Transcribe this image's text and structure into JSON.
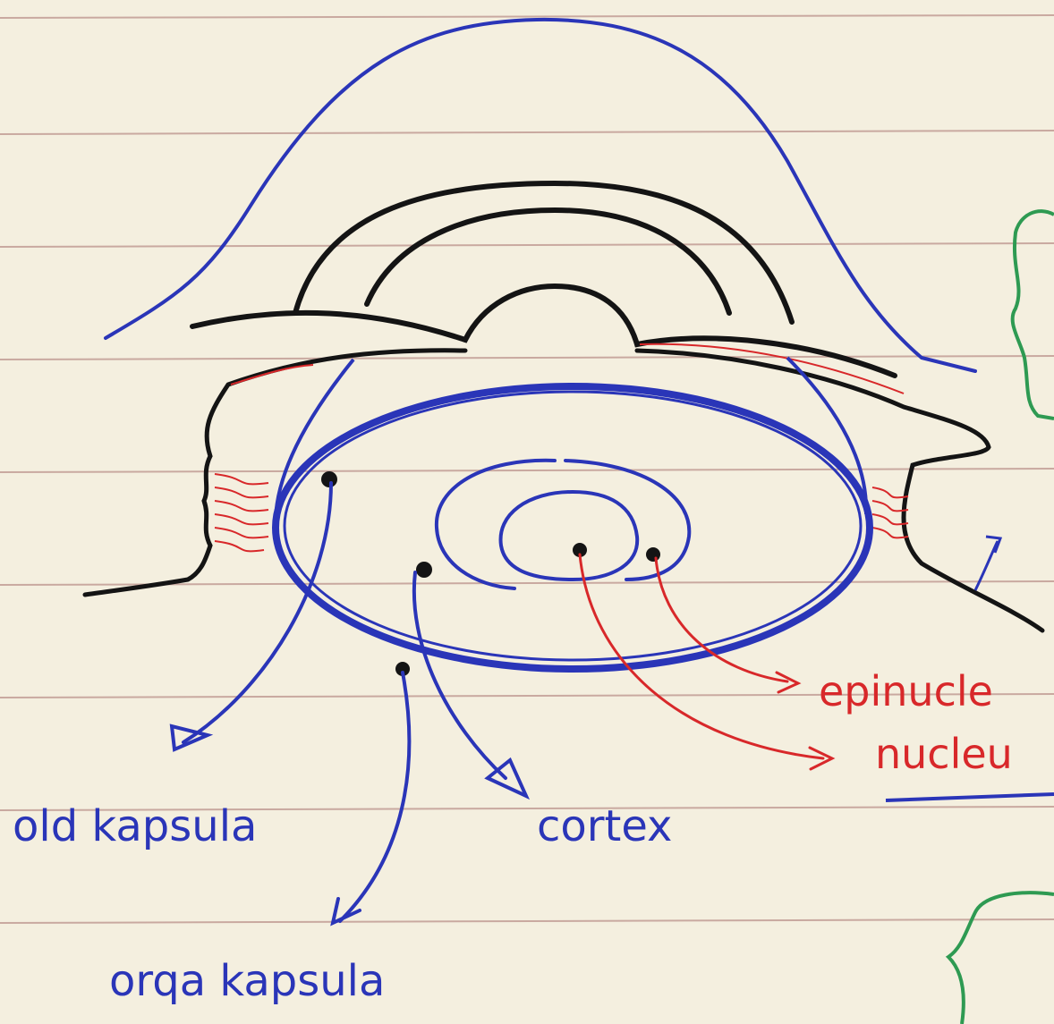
{
  "labels": {
    "old_kapsula": "old kapsula",
    "orqa_kapsula": "orqa kapsula",
    "cortex": "cortex",
    "epinucleus": "epinucle",
    "nucleus": "nucleu"
  },
  "colors": {
    "paper": "#f4efdf",
    "rule_line": "#c9a9a0",
    "ink_blue": "#2a35b8",
    "ink_black": "#141414",
    "ink_red": "#d8282a",
    "ink_green": "#2e9a52"
  }
}
